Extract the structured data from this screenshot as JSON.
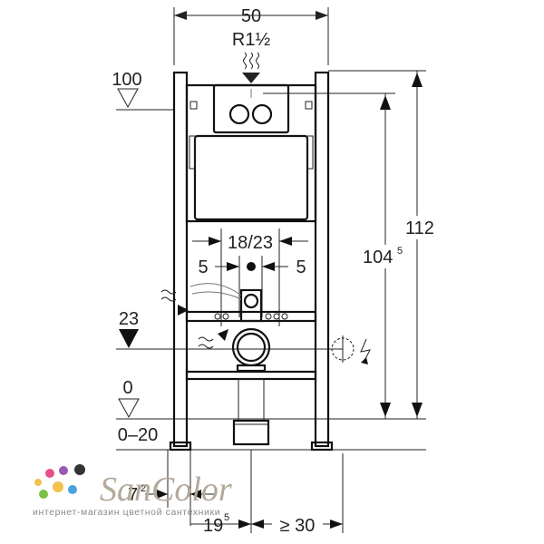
{
  "dimensions": {
    "width_top": "50",
    "pipe_size": "R1½",
    "level_100": "100",
    "level_23": "23",
    "level_0": "0",
    "floor_range": "0–20",
    "height_112": "112",
    "height_104": "104",
    "height_104_sup": "5",
    "spacing_18_23": "18/23",
    "offset_left": "5",
    "offset_right": "5",
    "depth_7": "7",
    "depth_7_sup": "2",
    "depth_19": "19",
    "depth_19_sup": "5",
    "clearance": "≥ 30"
  },
  "watermark": {
    "brand": "SanColor",
    "subtitle": "интернет-магазин цветной сантехники",
    "dot_colors": [
      "#f2c14e",
      "#e94f8a",
      "#7bc043",
      "#4aa3df",
      "#9b59b6",
      "#333333"
    ]
  }
}
